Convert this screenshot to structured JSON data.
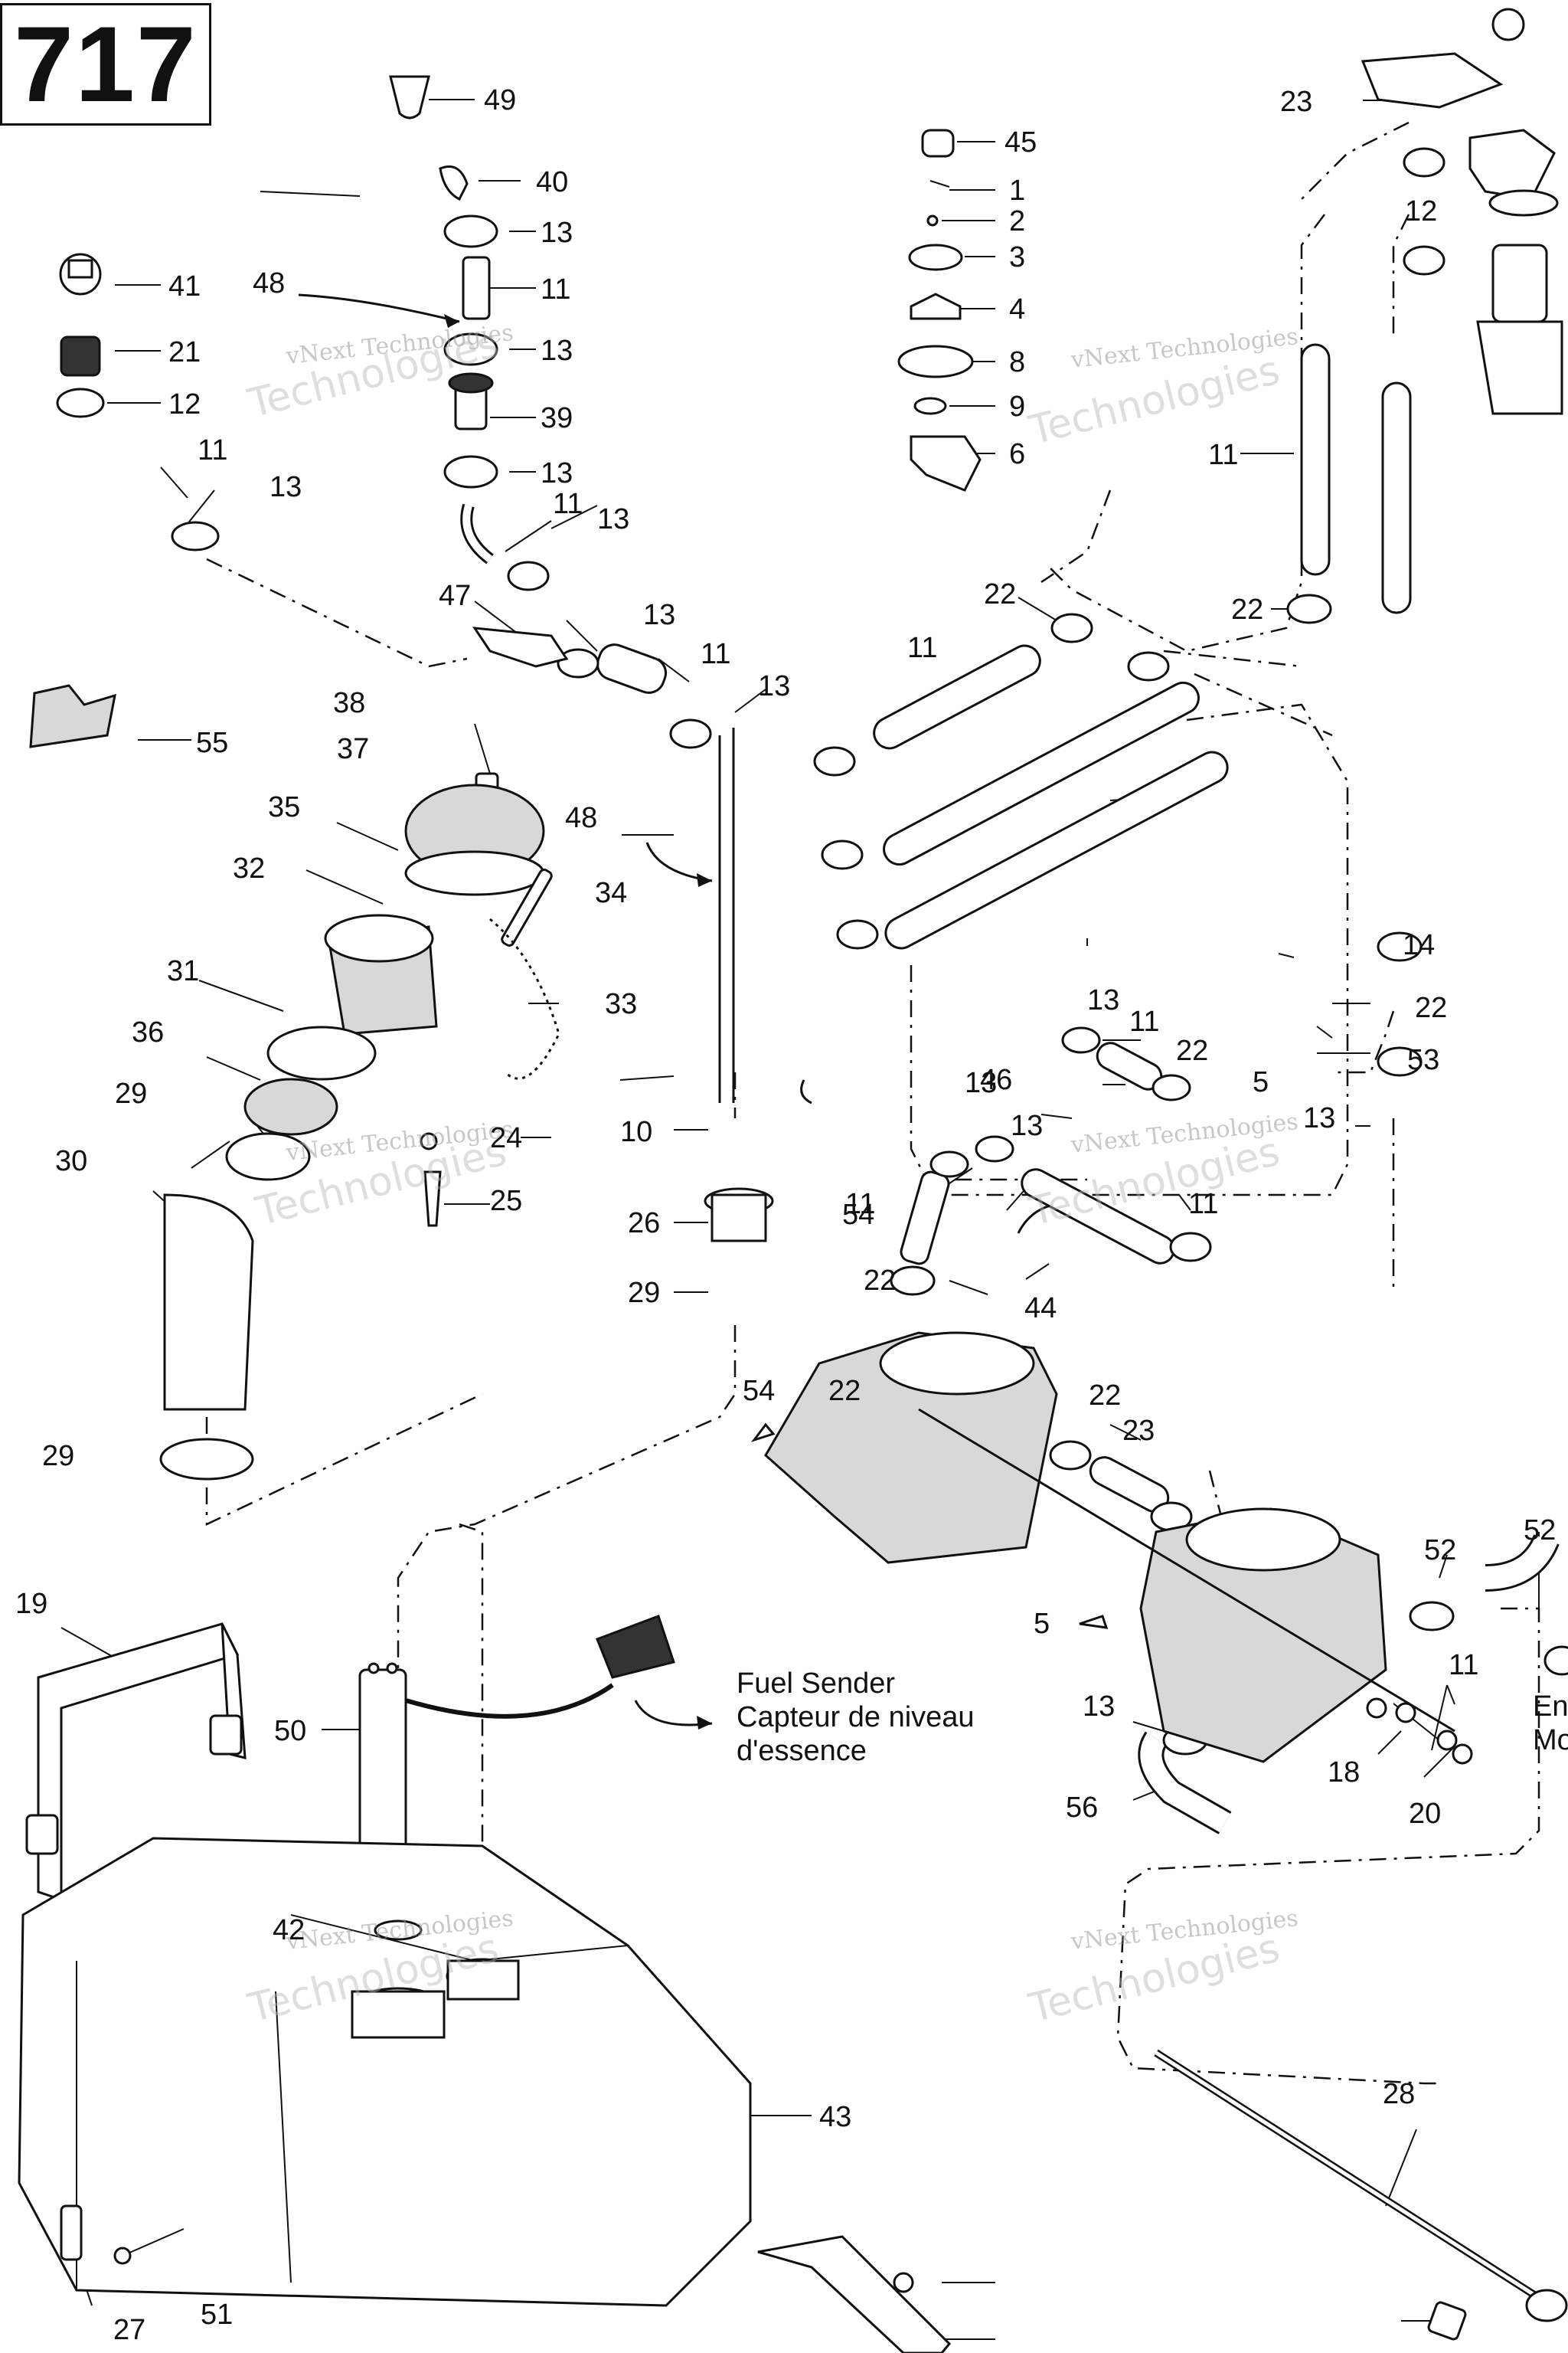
{
  "page_number": "717",
  "fuel_sender": {
    "line_en": "Fuel Sender",
    "line_fr1": "Capteur de niveau",
    "line_fr2": "d'essence"
  },
  "edge_note": {
    "line1": "En",
    "line2": "Mo"
  },
  "watermark": {
    "company": "vNext Technologies",
    "big_word": "Technologies",
    "small_word": "vNext"
  },
  "callouts": [
    "717",
    "49",
    "40",
    "13",
    "11",
    "13",
    "39",
    "13",
    "11",
    "13",
    "41",
    "48",
    "21",
    "12",
    "11",
    "13",
    "47",
    "13",
    "11",
    "13",
    "45",
    "1",
    "2",
    "3",
    "4",
    "8",
    "9",
    "6",
    "22",
    "11",
    "22",
    "23",
    "12",
    "11",
    "38",
    "55",
    "37",
    "35",
    "34",
    "32",
    "33",
    "31",
    "36",
    "48",
    "29",
    "10",
    "24",
    "30",
    "25",
    "26",
    "29",
    "29",
    "54",
    "22",
    "44",
    "13",
    "11",
    "46",
    "13",
    "5",
    "13",
    "13",
    "11",
    "22",
    "54",
    "22",
    "11",
    "22",
    "23",
    "5",
    "13",
    "14",
    "22",
    "53",
    "52",
    "52",
    "11",
    "18",
    "20",
    "56",
    "19",
    "50",
    "42",
    "43",
    "28",
    "27",
    "51"
  ]
}
